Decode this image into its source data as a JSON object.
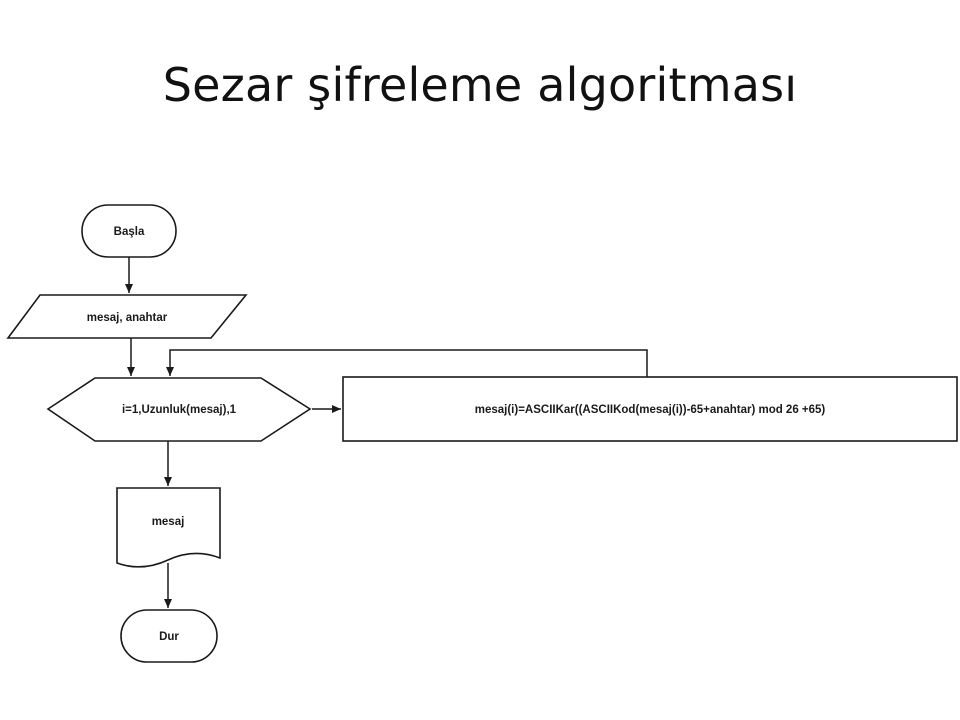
{
  "slide": {
    "title": "Sezar şifreleme algoritması"
  },
  "flowchart": {
    "start": "Başla",
    "input": "mesaj, anahtar",
    "loop": "i=1,Uzunluk(mesaj),1",
    "process": "mesaj(i)=ASCIIKar((ASCIIKod(mesaj(i))-65+anahtar) mod 26 +65)",
    "output": "mesaj",
    "end": "Dur"
  }
}
